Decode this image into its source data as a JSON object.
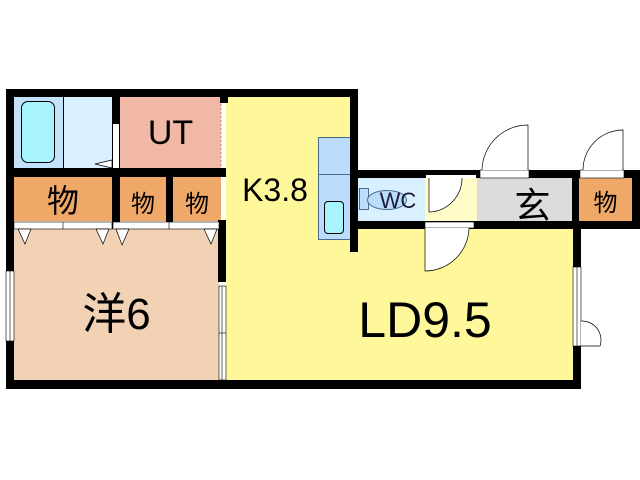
{
  "floorplan": {
    "rooms": {
      "bath": {
        "name": "bathroom",
        "color": "#d8f0ff"
      },
      "ut": {
        "label": "UT",
        "color": "#f1b8a6"
      },
      "storage_left_large": {
        "label": "物",
        "color": "#f0a868"
      },
      "storage_left_small_1": {
        "label": "物",
        "color": "#f0a868"
      },
      "storage_left_small_2": {
        "label": "物",
        "color": "#f0a868"
      },
      "western_room": {
        "label": "洋6",
        "color": "#f1d2b4"
      },
      "kitchen": {
        "label": "K3.8",
        "color": "#fff89a"
      },
      "living_dining": {
        "label": "LD9.5",
        "color": "#fff89a"
      },
      "wc": {
        "label": "WC",
        "color": "#d8f0ff"
      },
      "entrance": {
        "label": "玄",
        "color": "#dcdcdc"
      },
      "storage_entrance": {
        "label": "物",
        "color": "#f0a868"
      }
    },
    "colors": {
      "wall": "#000000",
      "bathtub": "#a8f4fc",
      "bath_side": "#c4e2fc",
      "kitchen_counter": "#bcdcfc"
    }
  }
}
